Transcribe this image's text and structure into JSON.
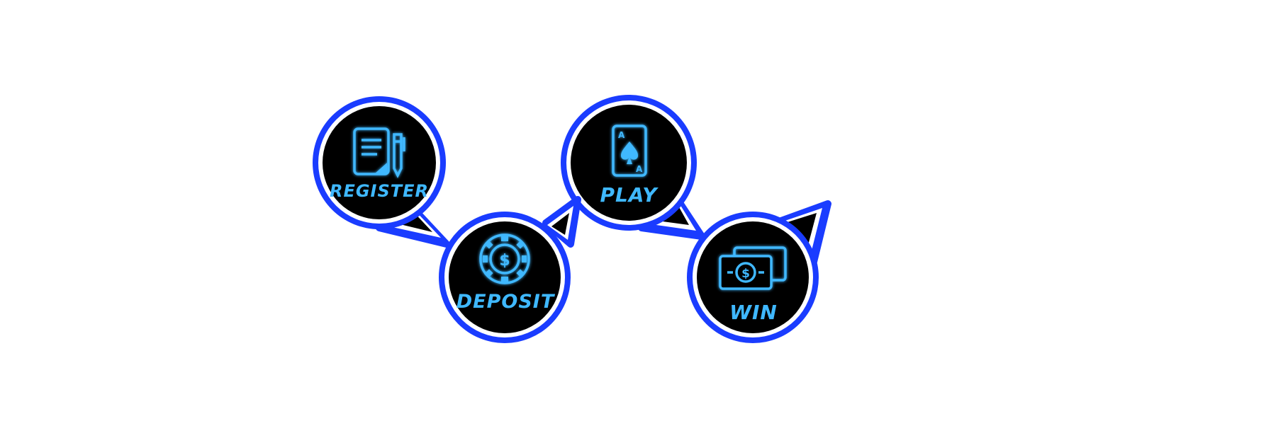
{
  "steps": [
    {
      "label": "REGISTER",
      "icon": "document-pen-icon"
    },
    {
      "label": "DEPOSIT",
      "icon": "casino-chip-icon"
    },
    {
      "label": "PLAY",
      "icon": "playing-card-icon"
    },
    {
      "label": "WIN",
      "icon": "money-bills-icon"
    }
  ],
  "colors": {
    "outer_border": "#1a3cff",
    "inner_border": "#ffffff",
    "bubble_fill": "#000000",
    "neon": "#3fb8ff",
    "background": "#ffffff"
  },
  "card": {
    "rank": "A"
  }
}
